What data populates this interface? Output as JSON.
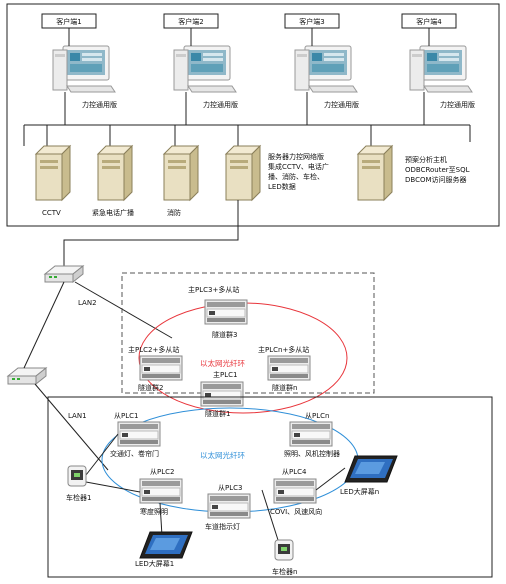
{
  "clients": [
    {
      "name": "客户端1",
      "software": "力控通用版"
    },
    {
      "name": "客户端2",
      "software": "力控通用版"
    },
    {
      "name": "客户端3",
      "software": "力控通用版"
    },
    {
      "name": "客户端4",
      "software": "力控通用版"
    }
  ],
  "servers": {
    "cctv": "CCTV",
    "broadcast": "紧急电话广播",
    "fire": "消防",
    "main_lines": [
      "服务器力控网络版",
      "集成CCTV、电话广",
      "播、消防、车检、",
      "LED数据"
    ],
    "analysis_lines": [
      "预案分析主机",
      "ODBCRouter至SQL",
      "DBCOM访问服务器"
    ]
  },
  "lan": {
    "lan2": "LAN2",
    "lan1": "LAN1"
  },
  "ring_upper": {
    "label": "以太网光纤环",
    "color": "#e8353b",
    "plc_top": {
      "title": "主PLC3+多从站",
      "sub": "隧道群3"
    },
    "plc_left": {
      "title": "主PLC2+多从站",
      "sub": "隧道群2"
    },
    "plc_right": {
      "title": "主PLCn+多从站",
      "sub": "隧道群n"
    },
    "plc_main": {
      "title": "主PLC1",
      "sub": "隧道群1"
    }
  },
  "ring_lower": {
    "label": "以太网光纤环",
    "color": "#2f8fd8",
    "plc1": {
      "title": "从PLC1",
      "sub": "交通灯、卷帘门"
    },
    "plcn": {
      "title": "从PLCn",
      "sub": "照明、风机控制器"
    },
    "plc2": {
      "title": "从PLC2",
      "sub": "寒度照明"
    },
    "plc3": {
      "title": "从PLC3",
      "sub": "车道指示灯"
    },
    "plc4": {
      "title": "从PLC4",
      "sub": "COVI、风速风向"
    }
  },
  "devices": {
    "detector1": "车检器1",
    "detectorn": "车检器n",
    "led1": "LED大屏幕1",
    "ledn": "LED大屏幕n"
  }
}
